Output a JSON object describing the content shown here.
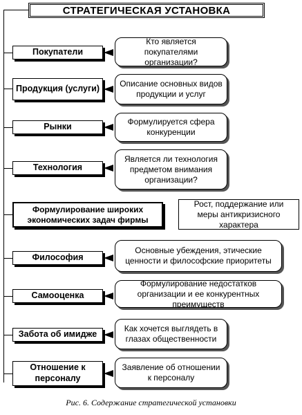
{
  "diagram": {
    "title": "СТРАТЕГИЧЕСКАЯ  УСТАНОВКА",
    "rows": [
      {
        "label": "Покупатели",
        "description": "Кто является покупателями организации?"
      },
      {
        "label": "Продукция (услуги)",
        "description": "Описание основных видов продукции и услуг"
      },
      {
        "label": "Рынки",
        "description": "Формулируется сфера конкуренции"
      },
      {
        "label": "Технология",
        "description": "Является ли технология предметом внимания организации?"
      },
      {
        "label": "Формулирование широких экономических задач фирмы",
        "description": "Рост, поддержание или меры антикризисного характера"
      },
      {
        "label": "Философия",
        "description": "Основные убеждения, этические ценности и философские приоритеты"
      },
      {
        "label": "Самооценка",
        "description": "Формулирование недостатков организации и ее конкурентных преимуществ"
      },
      {
        "label": "Забота об имидже",
        "description": "Как хочется выглядеть в глазах общественности"
      },
      {
        "label": "Отношение к персоналу",
        "description": "Заявление об отношении к персоналу"
      }
    ]
  },
  "caption": "Рис. 6. Содержание стратегической установки"
}
